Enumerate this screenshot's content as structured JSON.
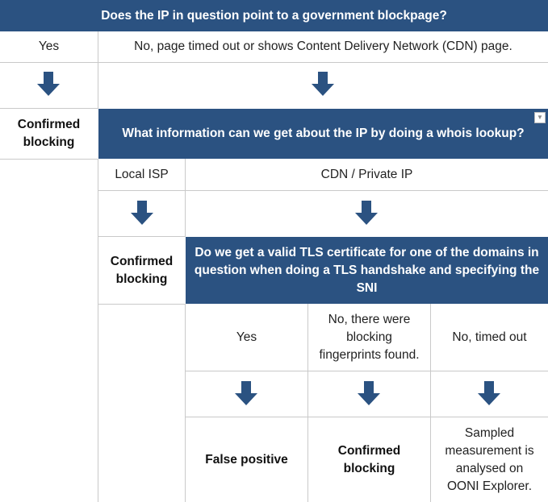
{
  "colors": {
    "header_bg": "#2b5281",
    "arrow": "#2b5281",
    "grid": "#c9c9c9"
  },
  "row1": {
    "question": "Does the IP in question point to a government blockpage?",
    "yes": "Yes",
    "no": "No, page timed out or shows Content Delivery Network (CDN) page."
  },
  "row2": {
    "outcome_line1": "Confirmed",
    "outcome_line2": "blocking",
    "question": "What information can we get about the IP by doing a whois lookup?",
    "dropdown_icon": "chevron-down-icon"
  },
  "row3": {
    "local": "Local ISP",
    "cdn": "CDN / Private IP"
  },
  "row4": {
    "outcome_line1": "Confirmed",
    "outcome_line2": "blocking",
    "question_line1": "Do we get a valid TLS certificate for one of the domains in",
    "question_line2": "question when doing a TLS handshake and specifying the",
    "question_line3": "SNI"
  },
  "row5": {
    "yes": "Yes",
    "fp_line1": "No, there were",
    "fp_line2": "blocking",
    "fp_line3": "fingerprints found.",
    "timeout": "No, timed out"
  },
  "row6": {
    "false_positive": "False positive",
    "confirmed_line1": "Confirmed",
    "confirmed_line2": "blocking",
    "sampled_line1": "Sampled",
    "sampled_line2": "measurement is",
    "sampled_line3": "analysed on",
    "sampled_line4": "OONI Explorer."
  }
}
